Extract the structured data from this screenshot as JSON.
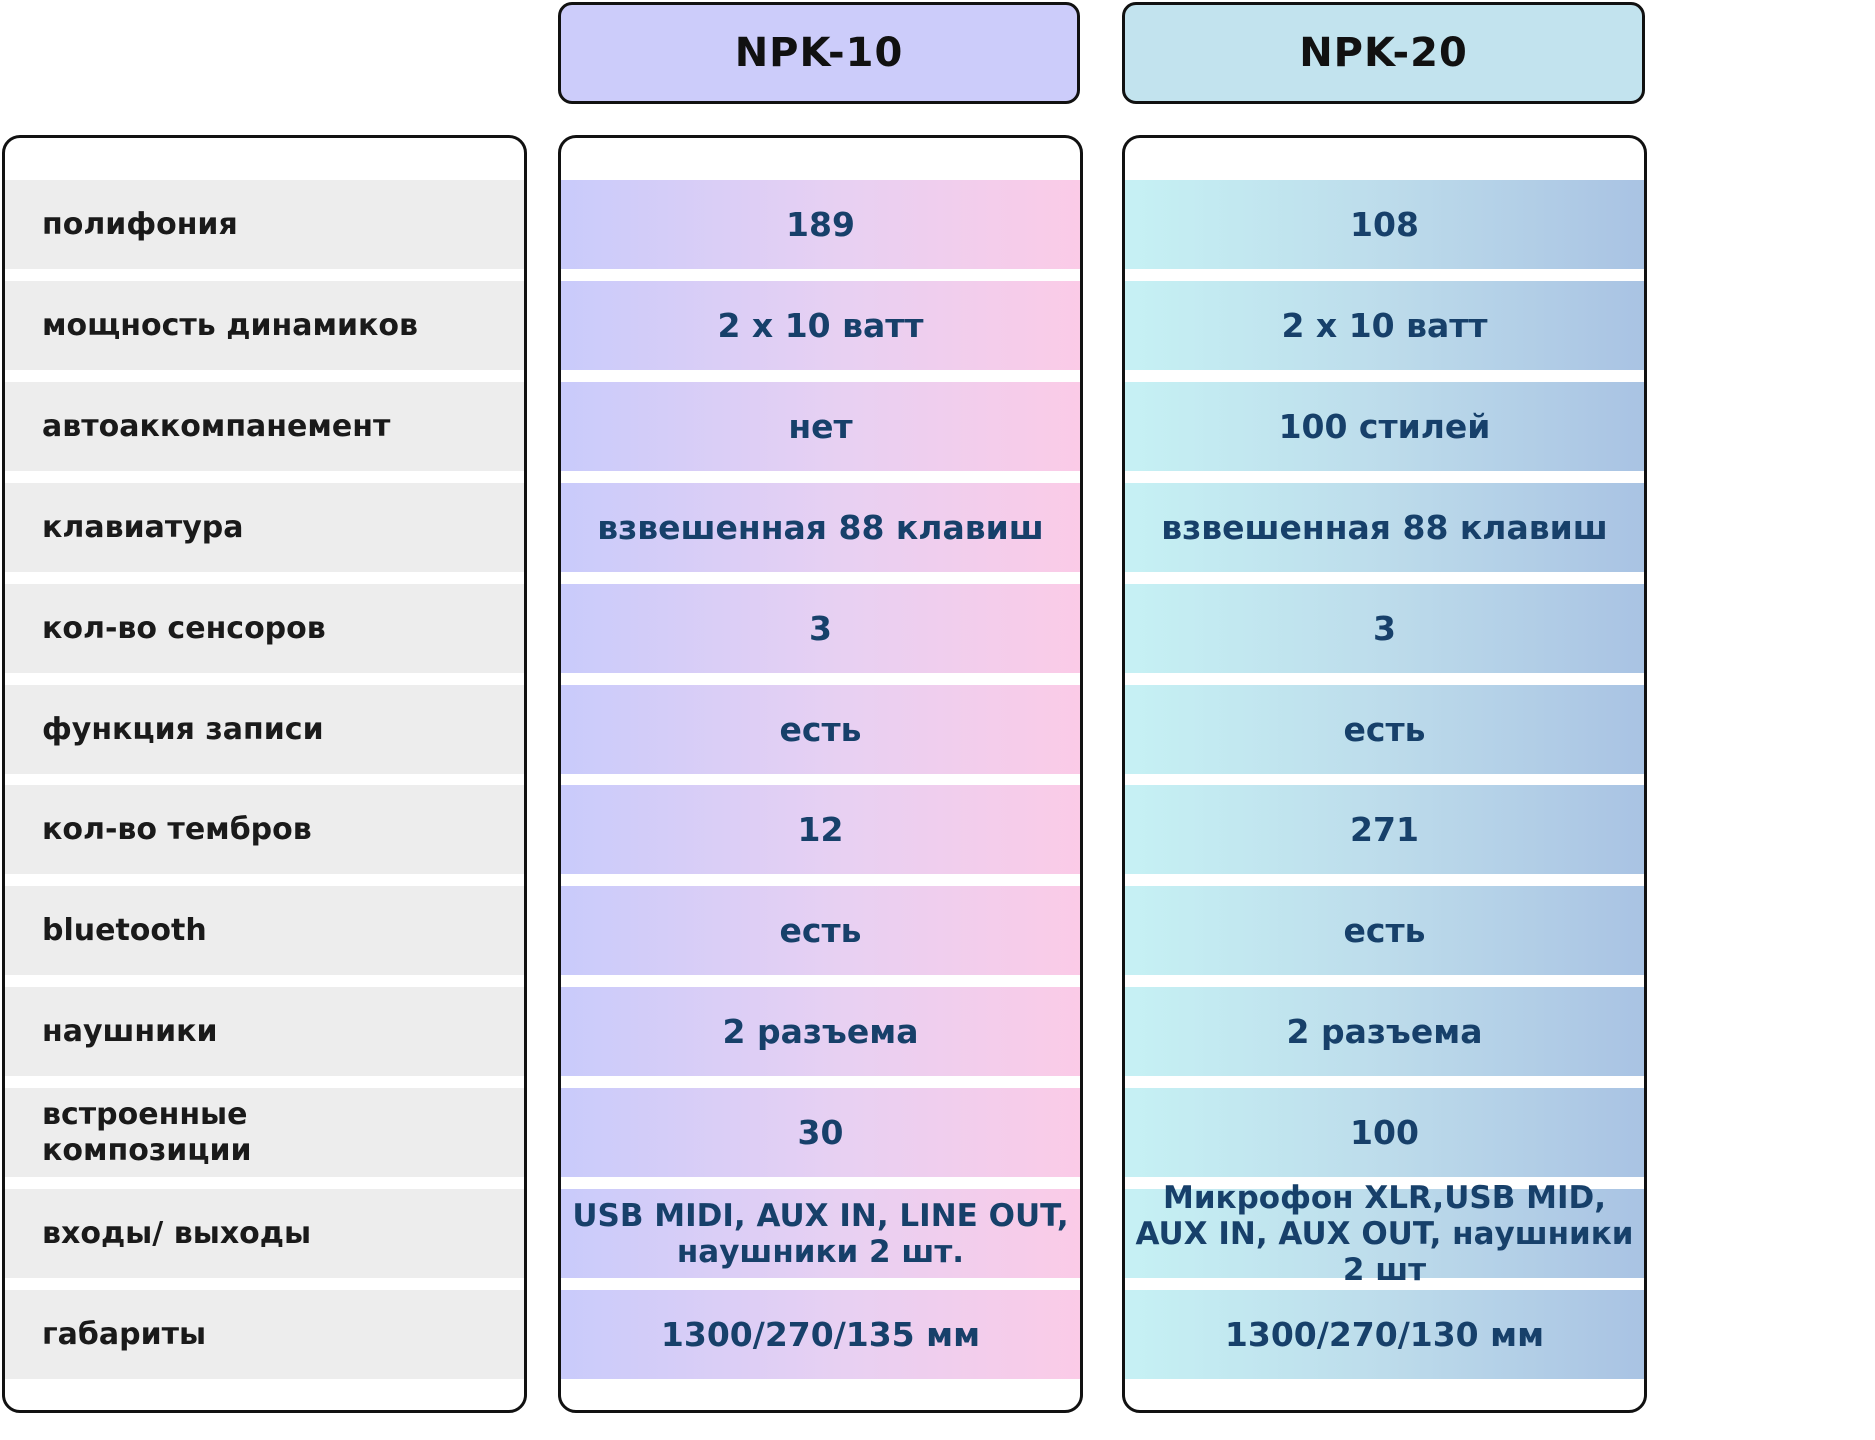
{
  "header": {
    "col1_title": "NPK-10",
    "col2_title": "NPK-20"
  },
  "rows": [
    {
      "label": "полифония",
      "col1": "189",
      "col2": "108"
    },
    {
      "label": "мощность динамиков",
      "col1": "2 x 10 ватт",
      "col2": "2 x 10 ватт"
    },
    {
      "label": "автоаккомпанемент",
      "col1": "нет",
      "col2": "100 стилей"
    },
    {
      "label": "клавиатура",
      "col1": "взвешенная 88 клавиш",
      "col2": "взвешенная 88 клавиш"
    },
    {
      "label": "кол-во сенсоров",
      "col1": "3",
      "col2": "3"
    },
    {
      "label": "функция записи",
      "col1": "есть",
      "col2": "есть"
    },
    {
      "label": "кол-во тембров",
      "col1": "12",
      "col2": "271"
    },
    {
      "label": "bluetooth",
      "col1": "есть",
      "col2": "есть"
    },
    {
      "label": "наушники",
      "col1": "2 разъема",
      "col2": "2 разъема"
    },
    {
      "label": "встроенные композиции",
      "col1": "30",
      "col2": "100"
    },
    {
      "label": "входы/ выходы",
      "col1": "USB MIDI, AUX IN, LINE OUT, наушники 2 шт.",
      "col2": "Микрофон XLR,USB MID, AUX IN, AUX OUT, наушники 2 шт"
    },
    {
      "label": "габариты",
      "col1": "1300/270/135 мм",
      "col2": "1300/270/130 мм"
    }
  ],
  "colors": {
    "border": "#111111",
    "label_bg": "#ededed",
    "col1_header_bg": "#ccccfa",
    "col2_header_bg": "#c2e3ee",
    "value_text": "#17406a"
  }
}
